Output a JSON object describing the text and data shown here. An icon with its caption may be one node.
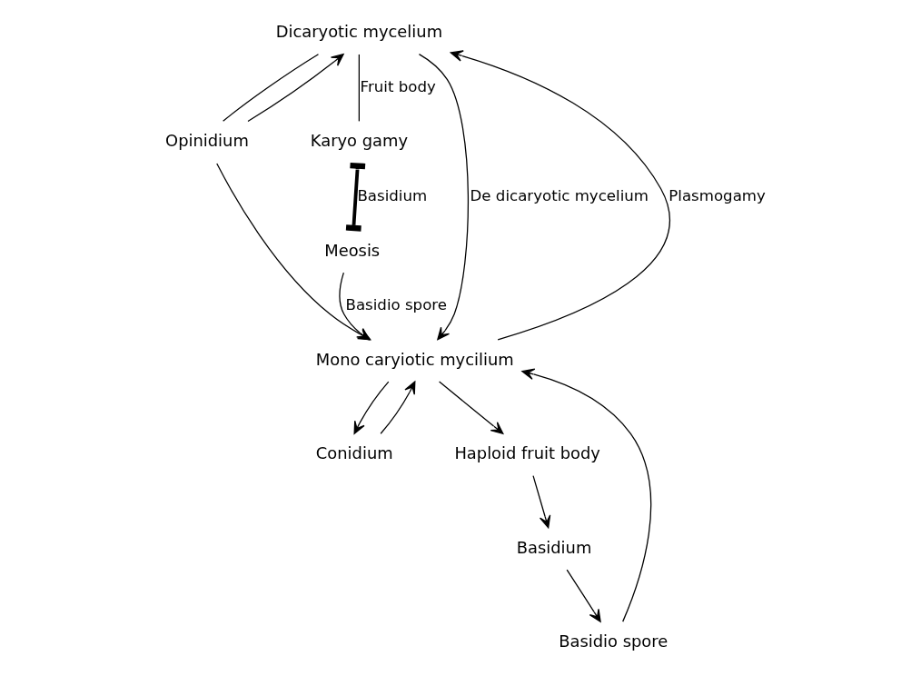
{
  "diagram": {
    "nodes": [
      {
        "text": [
          "Dicaryotic mycelium"
        ]
      },
      {
        "text": [
          "Opinidium"
        ]
      },
      {
        "text": [
          "Karyo gamy"
        ]
      },
      {
        "text": [
          "Meosis"
        ]
      },
      {
        "text": [
          "Conidium"
        ]
      },
      {
        "text": [
          "Mono caryiotic mycilium"
        ]
      },
      {
        "text": [
          "Haploid fruit body"
        ]
      },
      {
        "text": [
          "Basidio spore"
        ]
      },
      {
        "text": [
          "Basidium"
        ]
      }
    ],
    "edges": [
      {
        "from": 0,
        "to": 2,
        "arrow": "none",
        "label": "Fruit body"
      },
      {
        "from": 2,
        "to": 3,
        "arrow": "other",
        "label": "Basidium",
        "style": "thick"
      },
      {
        "from": 3,
        "to": 5,
        "arrow": "to",
        "label": "Basidio spore"
      },
      {
        "from": 0,
        "to": 1,
        "arrow": "none"
      },
      {
        "from": 1,
        "to": 0,
        "arrow": "to"
      },
      {
        "from": 1,
        "to": 5,
        "arrow": "to"
      },
      {
        "from": 0,
        "to": 5,
        "arrow": "to",
        "label": "De dicaryotic mycelium"
      },
      {
        "from": 5,
        "to": 0,
        "arrow": "to",
        "label": "Plasmogamy"
      },
      {
        "from": 5,
        "to": 4,
        "arrow": "to"
      },
      {
        "from": 4,
        "to": 5,
        "arrow": "to"
      },
      {
        "from": 5,
        "to": 6,
        "arrow": "to"
      },
      {
        "from": 6,
        "to": 8,
        "arrow": "to"
      },
      {
        "from": 8,
        "to": 7,
        "arrow": "to"
      },
      {
        "from": 7,
        "to": 5,
        "arrow": "to"
      }
    ]
  }
}
